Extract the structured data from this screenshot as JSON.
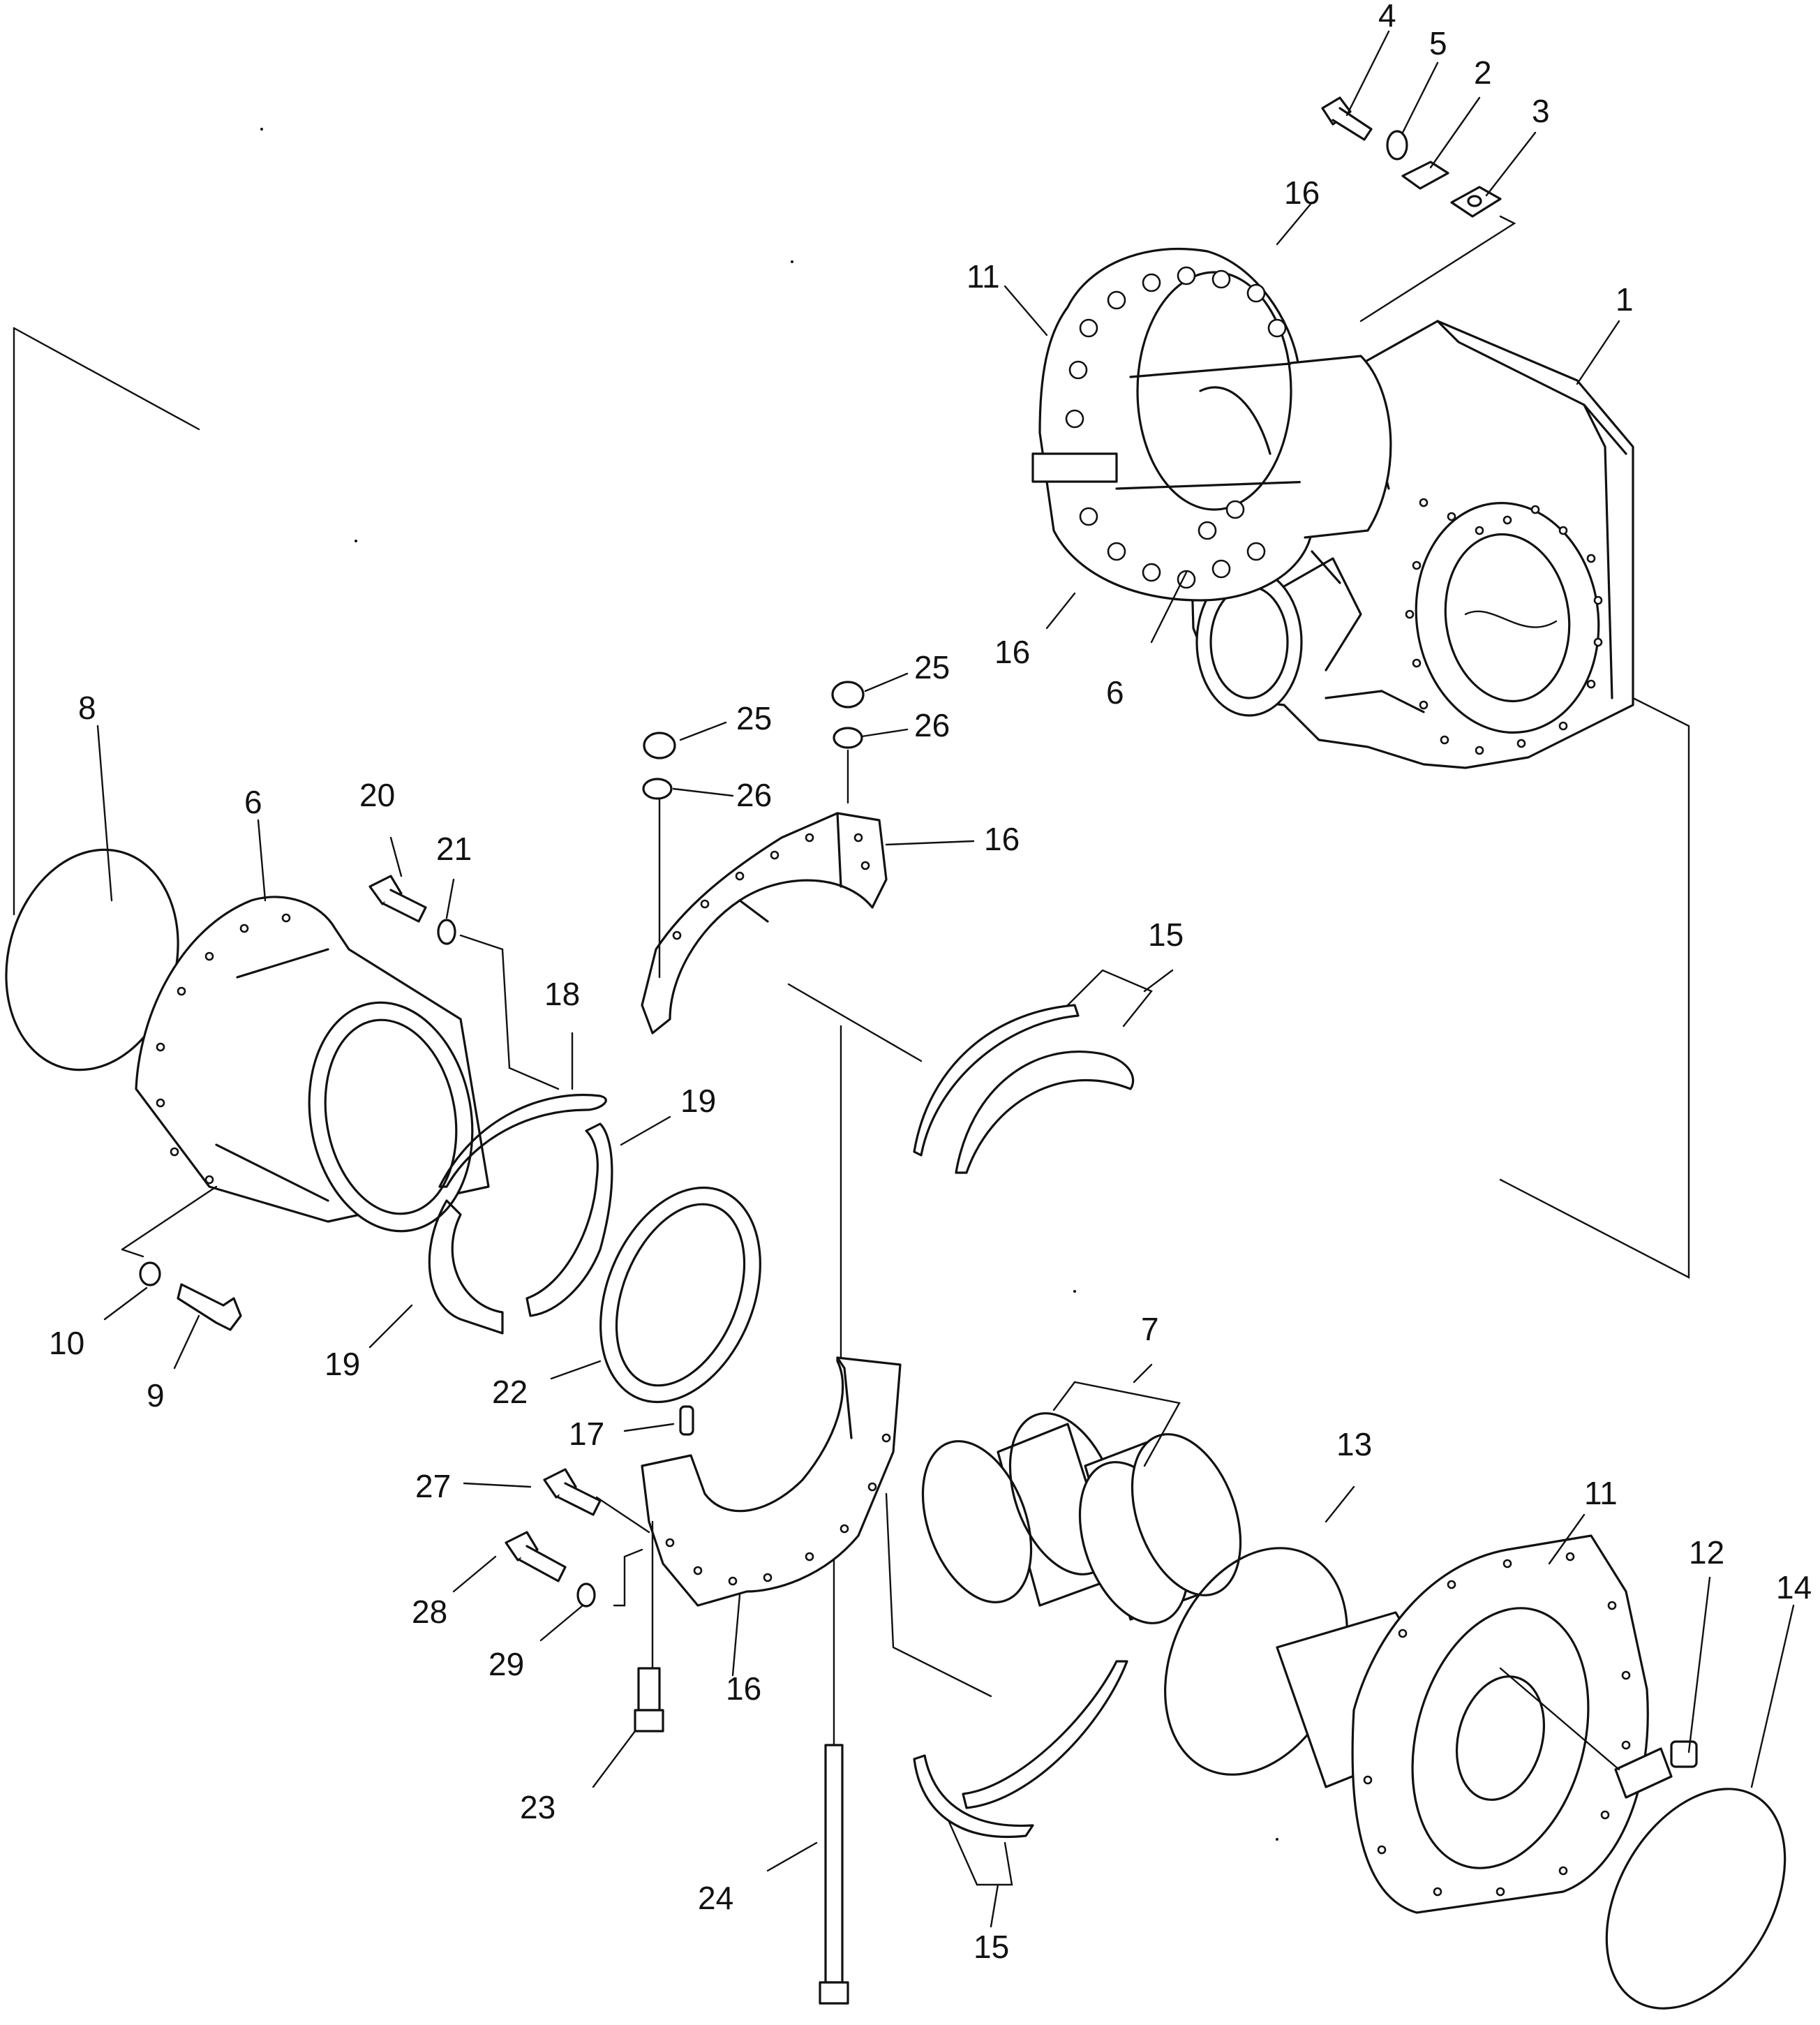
{
  "callouts": [
    {
      "id": "c4",
      "text": "4"
    },
    {
      "id": "c5",
      "text": "5"
    },
    {
      "id": "c2",
      "text": "2"
    },
    {
      "id": "c3",
      "text": "3"
    },
    {
      "id": "c16a",
      "text": "16"
    },
    {
      "id": "c11a",
      "text": "11"
    },
    {
      "id": "c1",
      "text": "1"
    },
    {
      "id": "c16b",
      "text": "16"
    },
    {
      "id": "c6a",
      "text": "6"
    },
    {
      "id": "c25a",
      "text": "25"
    },
    {
      "id": "c26a",
      "text": "26"
    },
    {
      "id": "c25b",
      "text": "25"
    },
    {
      "id": "c26b",
      "text": "26"
    },
    {
      "id": "c16c",
      "text": "16"
    },
    {
      "id": "c8",
      "text": "8"
    },
    {
      "id": "c6b",
      "text": "6"
    },
    {
      "id": "c20",
      "text": "20"
    },
    {
      "id": "c21",
      "text": "21"
    },
    {
      "id": "c18",
      "text": "18"
    },
    {
      "id": "c15a",
      "text": "15"
    },
    {
      "id": "c19a",
      "text": "19"
    },
    {
      "id": "c19b",
      "text": "19"
    },
    {
      "id": "c10",
      "text": "10"
    },
    {
      "id": "c9",
      "text": "9"
    },
    {
      "id": "c22",
      "text": "22"
    },
    {
      "id": "c17",
      "text": "17"
    },
    {
      "id": "c7",
      "text": "7"
    },
    {
      "id": "c13",
      "text": "13"
    },
    {
      "id": "c11b",
      "text": "11"
    },
    {
      "id": "c12",
      "text": "12"
    },
    {
      "id": "c14",
      "text": "14"
    },
    {
      "id": "c27",
      "text": "27"
    },
    {
      "id": "c28",
      "text": "28"
    },
    {
      "id": "c29",
      "text": "29"
    },
    {
      "id": "c16d",
      "text": "16"
    },
    {
      "id": "c23",
      "text": "23"
    },
    {
      "id": "c24",
      "text": "24"
    },
    {
      "id": "c15b",
      "text": "15"
    }
  ]
}
